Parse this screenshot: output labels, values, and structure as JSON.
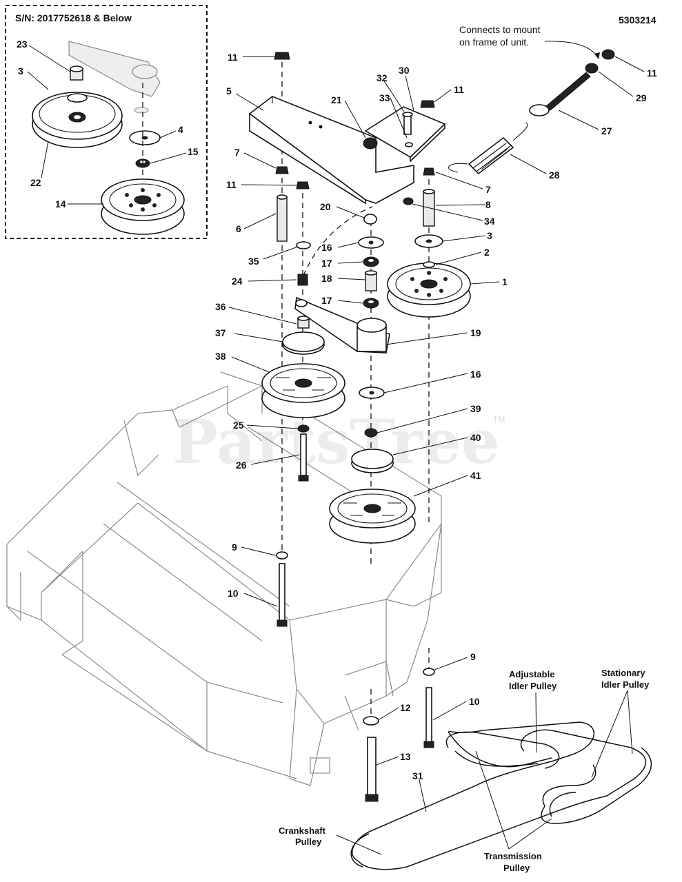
{
  "diagram": {
    "part_number": "5303214",
    "inset_title": "S/N: 2017752618 & Below",
    "connect_note": [
      "Connects to mount",
      "on frame of unit."
    ],
    "watermark": "PartsTree",
    "trademark": "TM",
    "callouts": {
      "c23": "23",
      "c3a": "3",
      "c4": "4",
      "c15": "15",
      "c22": "22",
      "c14": "14",
      "c11a": "11",
      "c5": "5",
      "c7a": "7",
      "c11b": "11",
      "c6": "6",
      "c35": "35",
      "c24": "24",
      "c36": "36",
      "c37": "37",
      "c38": "38",
      "c25": "25",
      "c26": "26",
      "c9a": "9",
      "c10a": "10",
      "c21": "21",
      "c32": "32",
      "c30": "30",
      "c33": "33",
      "c11c": "11",
      "c11d": "11",
      "c29": "29",
      "c27": "27",
      "c28": "28",
      "c7b": "7",
      "c8": "8",
      "c34": "34",
      "c20": "20",
      "c16a": "16",
      "c17a": "17",
      "c18": "18",
      "c17b": "17",
      "c19": "19",
      "c3b": "3",
      "c2": "2",
      "c1": "1",
      "c16b": "16",
      "c39": "39",
      "c40": "40",
      "c41": "41",
      "c9b": "9",
      "c10b": "10",
      "c12": "12",
      "c13": "13",
      "c31": "31"
    },
    "belt_labels": {
      "adjustable": [
        "Adjustable",
        "Idler Pulley"
      ],
      "stationary": [
        "Stationary",
        "Idler Pulley"
      ],
      "crankshaft": [
        "Crankshaft",
        "Pulley"
      ],
      "transmission": [
        "Transmission",
        "Pulley"
      ]
    }
  }
}
